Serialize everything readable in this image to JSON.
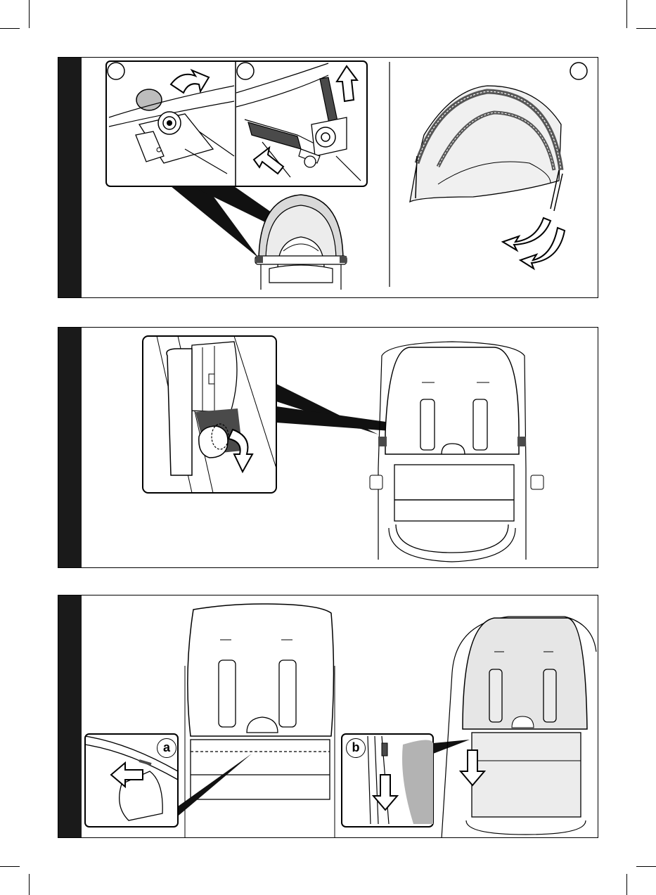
{
  "steps": [
    {
      "id": "step-1",
      "sub_markers": [
        "",
        "",
        ""
      ]
    },
    {
      "id": "step-2"
    },
    {
      "id": "step-3",
      "detail_labels": [
        "a",
        "b"
      ]
    }
  ],
  "colors": {
    "line": "#000000",
    "shade": "#d9d9d9",
    "fabric": "#ececec",
    "dark": "#4a4a4a",
    "bar": "#1a1a1a"
  },
  "icons": [
    "curved-arrow-icon",
    "up-arrow-icon",
    "down-arrow-icon",
    "rotate-arrow-icon",
    "push-arrow-icon"
  ]
}
